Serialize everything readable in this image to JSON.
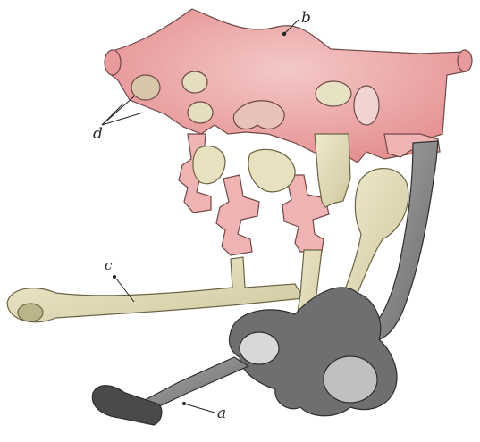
{
  "figure": {
    "labels": {
      "a": "a",
      "b": "b",
      "c": "c",
      "d": "d"
    },
    "colors": {
      "pink_system": "#e89a9c",
      "pink_light": "#f2c2c0",
      "cream_system": "#e4dfbd",
      "cream_dark": "#c9c49a",
      "grey_system": "#8c8c8c",
      "grey_dark": "#555555",
      "outline": "#3a3a3a"
    }
  }
}
